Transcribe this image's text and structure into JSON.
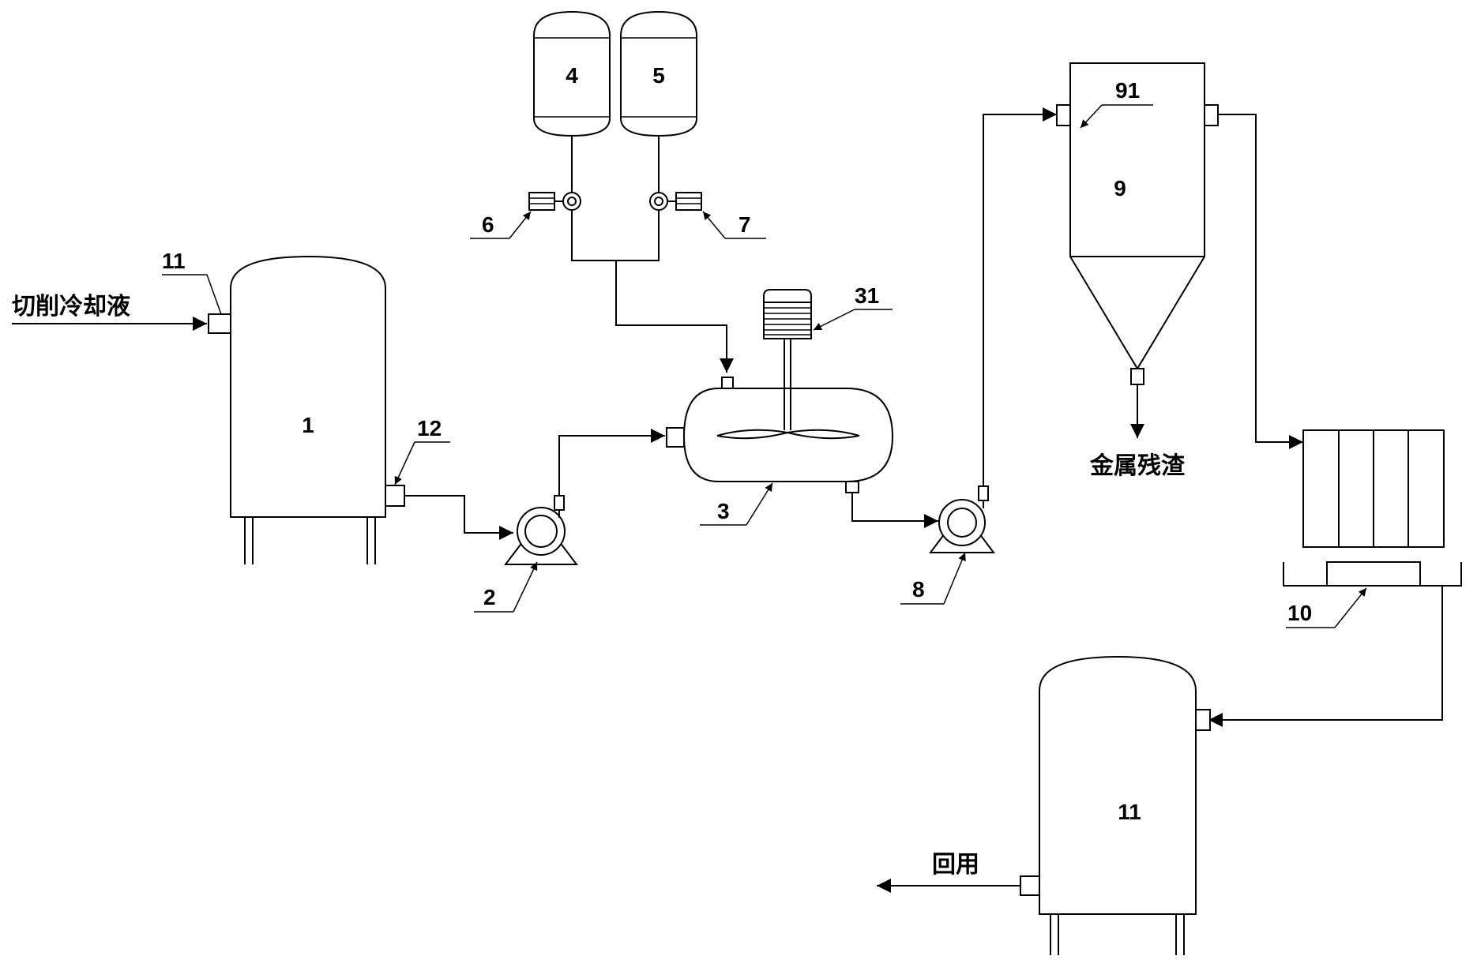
{
  "diagram": {
    "numbers": {
      "n1": "1",
      "n2": "2",
      "n3": "3",
      "n4": "4",
      "n5": "5",
      "n6": "6",
      "n7": "7",
      "n8": "8",
      "n9": "9",
      "n10": "10",
      "n11_inlet": "11",
      "n11_tank": "11",
      "n12": "12",
      "n31": "31",
      "n91": "91"
    },
    "labels": {
      "coolant_in": "切削冷却液",
      "metal_residue": "金属残渣",
      "reuse": "回用"
    },
    "colors": {
      "line": "#000000",
      "background": "#ffffff"
    }
  }
}
